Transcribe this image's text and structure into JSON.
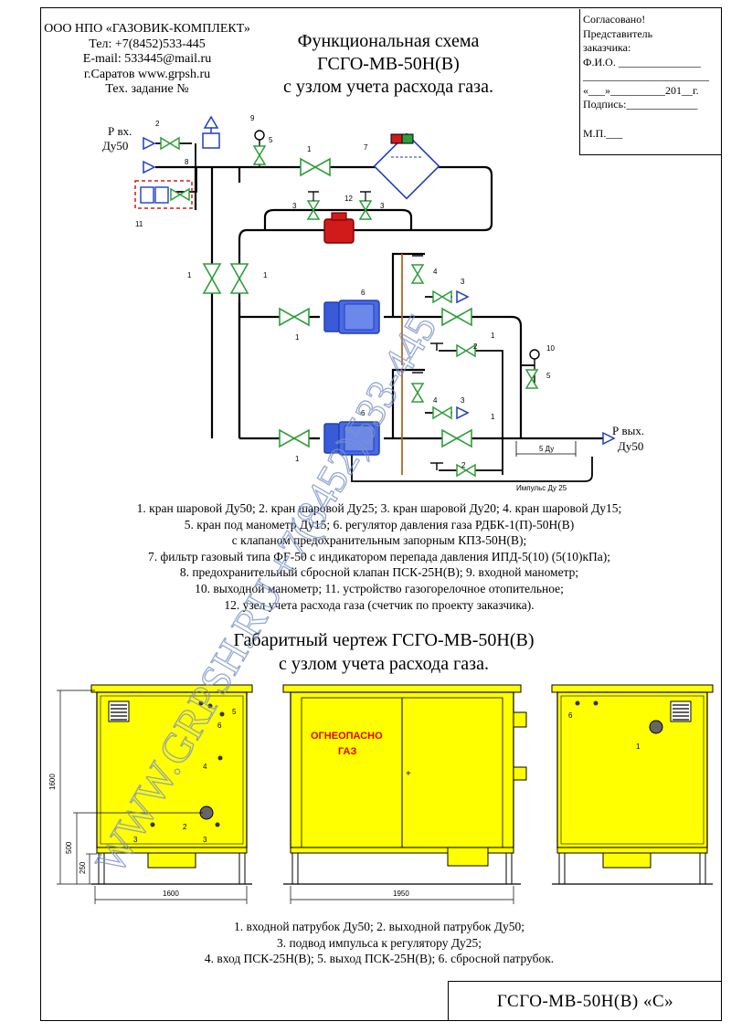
{
  "company": {
    "name": "ООО НПО «ГАЗОВИК-КОМПЛЕКТ»",
    "phone": "Тел: +7(8452)533-445",
    "email": "E-mail: 533445@mail.ru",
    "city_site": "г.Саратов  www.grpsh.ru",
    "spec": "Тех. задание №"
  },
  "approval": {
    "line1": "Согласовано!",
    "line2": "Представитель",
    "line3": "заказчика:",
    "name_field": "Ф.И.О. _______________",
    "blank_line": "_______________________",
    "date_field": "«___»__________201__г.",
    "sign_field": "Подпись:_____________",
    "seal": "М.П.___"
  },
  "title": {
    "line1": "Функциональная схема",
    "line2": "ГСГО-МВ-50Н(В)",
    "line3": "с узлом учета расхода газа."
  },
  "schema": {
    "inlet_label": "Р вх.",
    "inlet_dn": "Ду50",
    "outlet_label": "Р вых.",
    "outlet_dn": "Ду50",
    "dim_5du": "5 Ду",
    "impulse": "Импульс Ду 25",
    "n1": "1",
    "n2": "2",
    "n3": "3",
    "n4": "4",
    "n5": "5",
    "n6": "6",
    "n7": "7",
    "n8": "8",
    "n9": "9",
    "n10": "10",
    "n11": "11",
    "n12": "12"
  },
  "legend": [
    "1. кран шаровой Ду50; 2. кран шаровой Ду25; 3. кран шаровой Ду20; 4. кран шаровой Ду15;",
    "5. кран под манометр Ду15; 6. регулятор давления газа РДБК-1(П)-50Н(В)",
    "с клапаном предохранительным запорным КПЗ-50Н(В);",
    "7. фильтр газовый типа ФГ-50 с индикатором перепада давления ИПД-5(10) (5(10)кПа);",
    "8. предохранительный сбросной клапан  ПСК-25Н(В); 9. входной манометр;",
    "10. выходной манометр; 11. устройство газогорелочное отопительное;",
    "12. узел учета расхода газа (счетчик по проекту заказчика)."
  ],
  "dimension_title": {
    "line1": "Габаритный чертеж ГСГО-МВ-50Н(В)",
    "line2": "с узлом учета расхода газа."
  },
  "drawing": {
    "h1600": "1600",
    "h500": "500",
    "h250": "250",
    "w1600": "1600",
    "w1950": "1950",
    "warning1": "ОГНЕОПАСНО",
    "warning2": "ГАЗ",
    "plus": "+",
    "p1": "1",
    "p2": "2",
    "p3": "3",
    "p4": "4",
    "p5": "5",
    "p6": "6"
  },
  "legend2": [
    "1. входной патрубок Ду50; 2. выходной патрубок Ду50;",
    "3. подвод импульса к регулятору Ду25;",
    "4. вход ПСК-25Н(В); 5. выход ПСК-25Н(В); 6. сбросной патрубок."
  ],
  "stamp": "ГСГО-МВ-50Н(В) «С»",
  "watermark": "WWW.GRPSH.RU  +7(8452)533-445",
  "colors": {
    "valve": "#2e9e3a",
    "regulator": "#1f3fbf",
    "filter": "#1f3fbf",
    "meter": "#d11a1a",
    "cabinet": "#ffff00",
    "impulse_line": "#b5651d",
    "warning_text": "#e00000",
    "watermark": "#7b93c7"
  }
}
